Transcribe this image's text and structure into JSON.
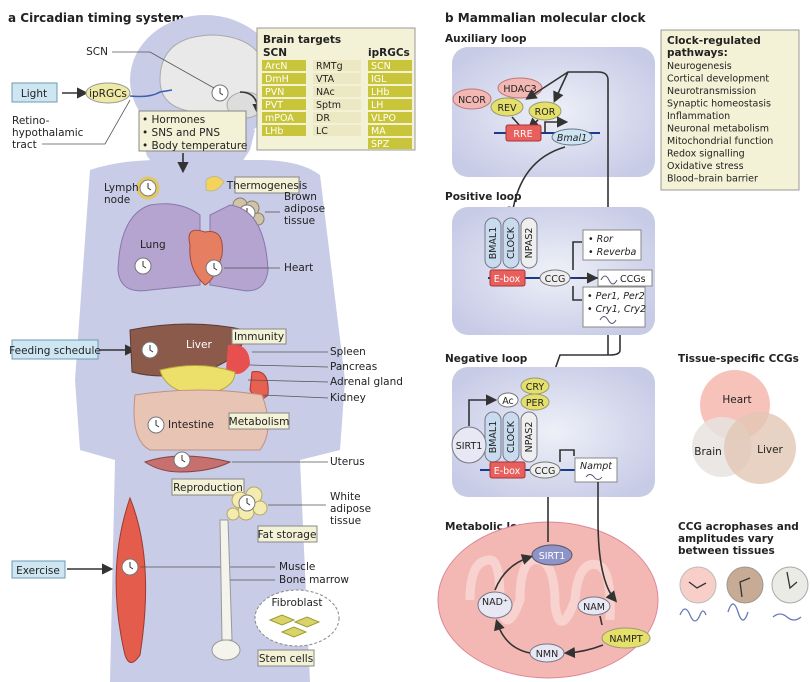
{
  "panel_a": {
    "letter": "a",
    "title": "Circadian timing system",
    "scn": "SCN",
    "light": "Light",
    "iprgcs": "ipRGCs",
    "rht": [
      "Retino-",
      "hypothalamic",
      "tract"
    ],
    "outputs": [
      "Hormones",
      "SNS and PNS",
      "Body temperature"
    ],
    "brain_targets": {
      "title": "Brain targets",
      "scn_header": "SCN",
      "iprgc_header": "ipRGCs",
      "scn_col1": [
        "ArcN",
        "DmH",
        "PVN",
        "PVT",
        "mPOA",
        "LHb"
      ],
      "scn_col2": [
        "RMTg",
        "VTA",
        "NAc",
        "Sptm",
        "DR",
        "LC"
      ],
      "iprgc_col": [
        "SCN",
        "IGL",
        "LHb",
        "LH",
        "VLPO",
        "MA",
        "SPZ"
      ]
    },
    "lymph_node": [
      "Lymph",
      "node"
    ],
    "thermogenesis": "Thermogenesis",
    "brown_adipose": [
      "Brown",
      "adipose",
      "tissue"
    ],
    "lung": "Lung",
    "heart": "Heart",
    "feeding_schedule": "Feeding schedule",
    "liver": "Liver",
    "immunity": "Immunity",
    "spleen": "Spleen",
    "pancreas": "Pancreas",
    "adrenal_gland": "Adrenal gland",
    "kidney": "Kidney",
    "intestine": "Intestine",
    "metabolism": "Metabolism",
    "uterus": "Uterus",
    "reproduction": "Reproduction",
    "white_adipose": [
      "White",
      "adipose",
      "tissue"
    ],
    "fat_storage": "Fat storage",
    "exercise": "Exercise",
    "muscle": "Muscle",
    "bone_marrow": "Bone marrow",
    "fibroblast": "Fibroblast",
    "stem_cells": "Stem cells"
  },
  "panel_b": {
    "letter": "b",
    "title": "Mammalian molecular clock",
    "auxiliary_loop": {
      "title": "Auxiliary loop",
      "ncor": "NCOR",
      "hdac3": "HDAC3",
      "rev": "REV",
      "ror": "ROR",
      "rre": "RRE",
      "bmal1": "Bmal1"
    },
    "clock_pathways": {
      "title": [
        "Clock-regulated",
        "pathways:"
      ],
      "items": [
        "Neurogenesis",
        "Cortical development",
        "Neurotransmission",
        "Synaptic homeostasis",
        "Inflammation",
        "Neuronal metabolism",
        "Mitochondrial function",
        "Redox signalling",
        "Oxidative stress",
        "Blood–brain barrier"
      ]
    },
    "positive_loop": {
      "title": "Positive loop",
      "bmal1": "BMAL1",
      "clock": "CLOCK",
      "npas2": "NPAS2",
      "ebox": "E-box",
      "ccg": "CCG",
      "ccgs": "CCGs",
      "targets1": [
        "Ror",
        "Reverba"
      ],
      "targets2": [
        "Per1, Per2",
        "Cry1, Cry2"
      ]
    },
    "negative_loop": {
      "title": "Negative loop",
      "cry": "CRY",
      "per": "PER",
      "ac": "Ac",
      "sirt1": "SIRT1",
      "bmal1": "BMAL1",
      "clock": "CLOCK",
      "npas2": "NPAS2",
      "ebox": "E-box",
      "ccg": "CCG",
      "nampt": "Nampt"
    },
    "tissue_ccgs": {
      "title": "Tissue-specific CCGs",
      "heart": "Heart",
      "brain": "Brain",
      "liver": "Liver"
    },
    "metabolic_loop": {
      "title": "Metabolic loop",
      "sirt1": "SIRT1",
      "nad": "NAD⁺",
      "nam": "NAM",
      "nampt": "NAMPT",
      "nmn": "NMN"
    },
    "acrophases": {
      "title": [
        "CCG acrophases and",
        "amplitudes vary",
        "between tissues"
      ]
    }
  },
  "colors": {
    "body": "#c8cce6",
    "box_fill": "#f3f1d6",
    "target_olive": "#c9c53a",
    "rre_red": "#e8605e",
    "loop_bg": "#d3d6ee",
    "mito": "#f4b8b4",
    "light_box": "#cde6f2"
  }
}
